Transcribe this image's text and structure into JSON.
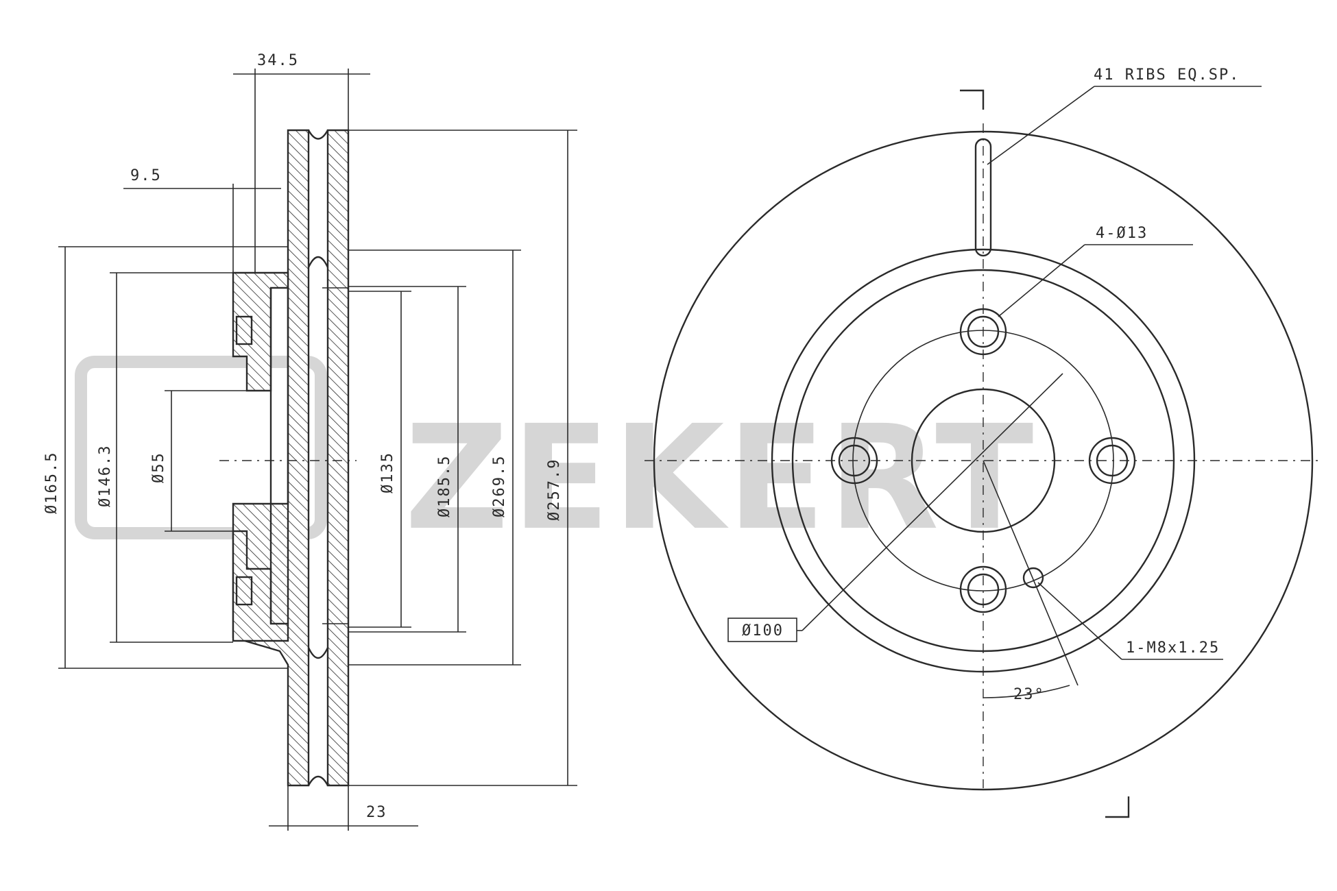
{
  "brand": {
    "watermark_text": "ZEKERT",
    "watermark_color": "#d6d6d6"
  },
  "side_view": {
    "dim_offset": "34.5",
    "dim_hat_depth": "9.5",
    "dim_thickness": "23",
    "dia_165_5": "Ø165.5",
    "dia_146_3": "Ø146.3",
    "dia_55": "Ø55",
    "dia_135": "Ø135",
    "dia_185_5": "Ø185.5",
    "dia_269_5": "Ø269.5",
    "dia_257_9": "Ø257.9"
  },
  "front_view": {
    "ribs_note": "41 RIBS EQ.SP.",
    "holes_note": "4-Ø13",
    "pcd_label": "Ø100",
    "thread_note": "1-M8x1.25",
    "angle_note": "23°"
  },
  "colors": {
    "line": "#2a2a2a",
    "background": "#ffffff"
  }
}
